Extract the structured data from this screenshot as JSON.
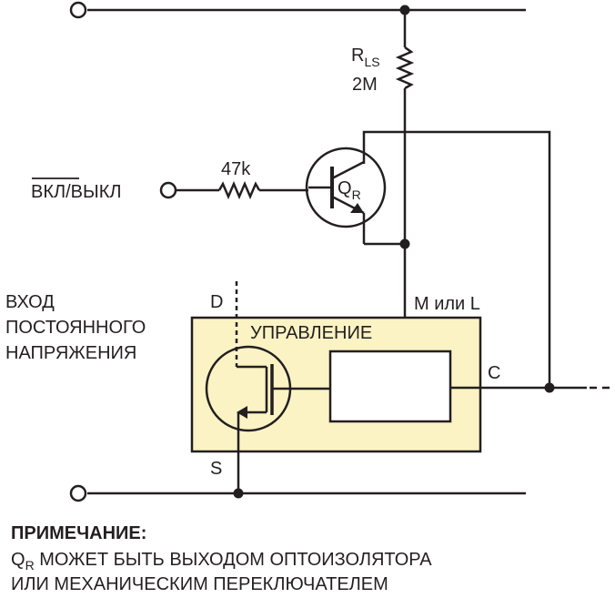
{
  "labels": {
    "resistor_ls_name": "R",
    "resistor_ls_sub": "LS",
    "resistor_ls_value": "2M",
    "resistor_in_value": "47k",
    "on_off_input_bar": "ВКЛ",
    "on_off_input_rest": "/ВЫКЛ",
    "transistor_name": "Q",
    "transistor_sub": "R",
    "dc_input_line1": "ВХОД",
    "dc_input_line2": "ПОСТОЯННОГО",
    "dc_input_line3": "НАПРЯЖЕНИЯ",
    "pin_d": "D",
    "pin_s": "S",
    "pin_c": "C",
    "pin_m_or_l": "M или L",
    "control": "УПРАВЛЕНИЕ"
  },
  "note": {
    "title": "ПРИМЕЧАНИЕ:",
    "line1_prefix": "Q",
    "line1_sub": "R",
    "line1_rest": " МОЖЕТ БЫТЬ ВЫХОДОМ ОПТОИЗОЛЯТОРА",
    "line2": "ИЛИ МЕХАНИЧЕСКИМ ПЕРЕКЛЮЧАТЕЛЕМ"
  },
  "colors": {
    "wire": "#231f20",
    "ic_fill": "#fbf3c4",
    "background": "#ffffff"
  }
}
